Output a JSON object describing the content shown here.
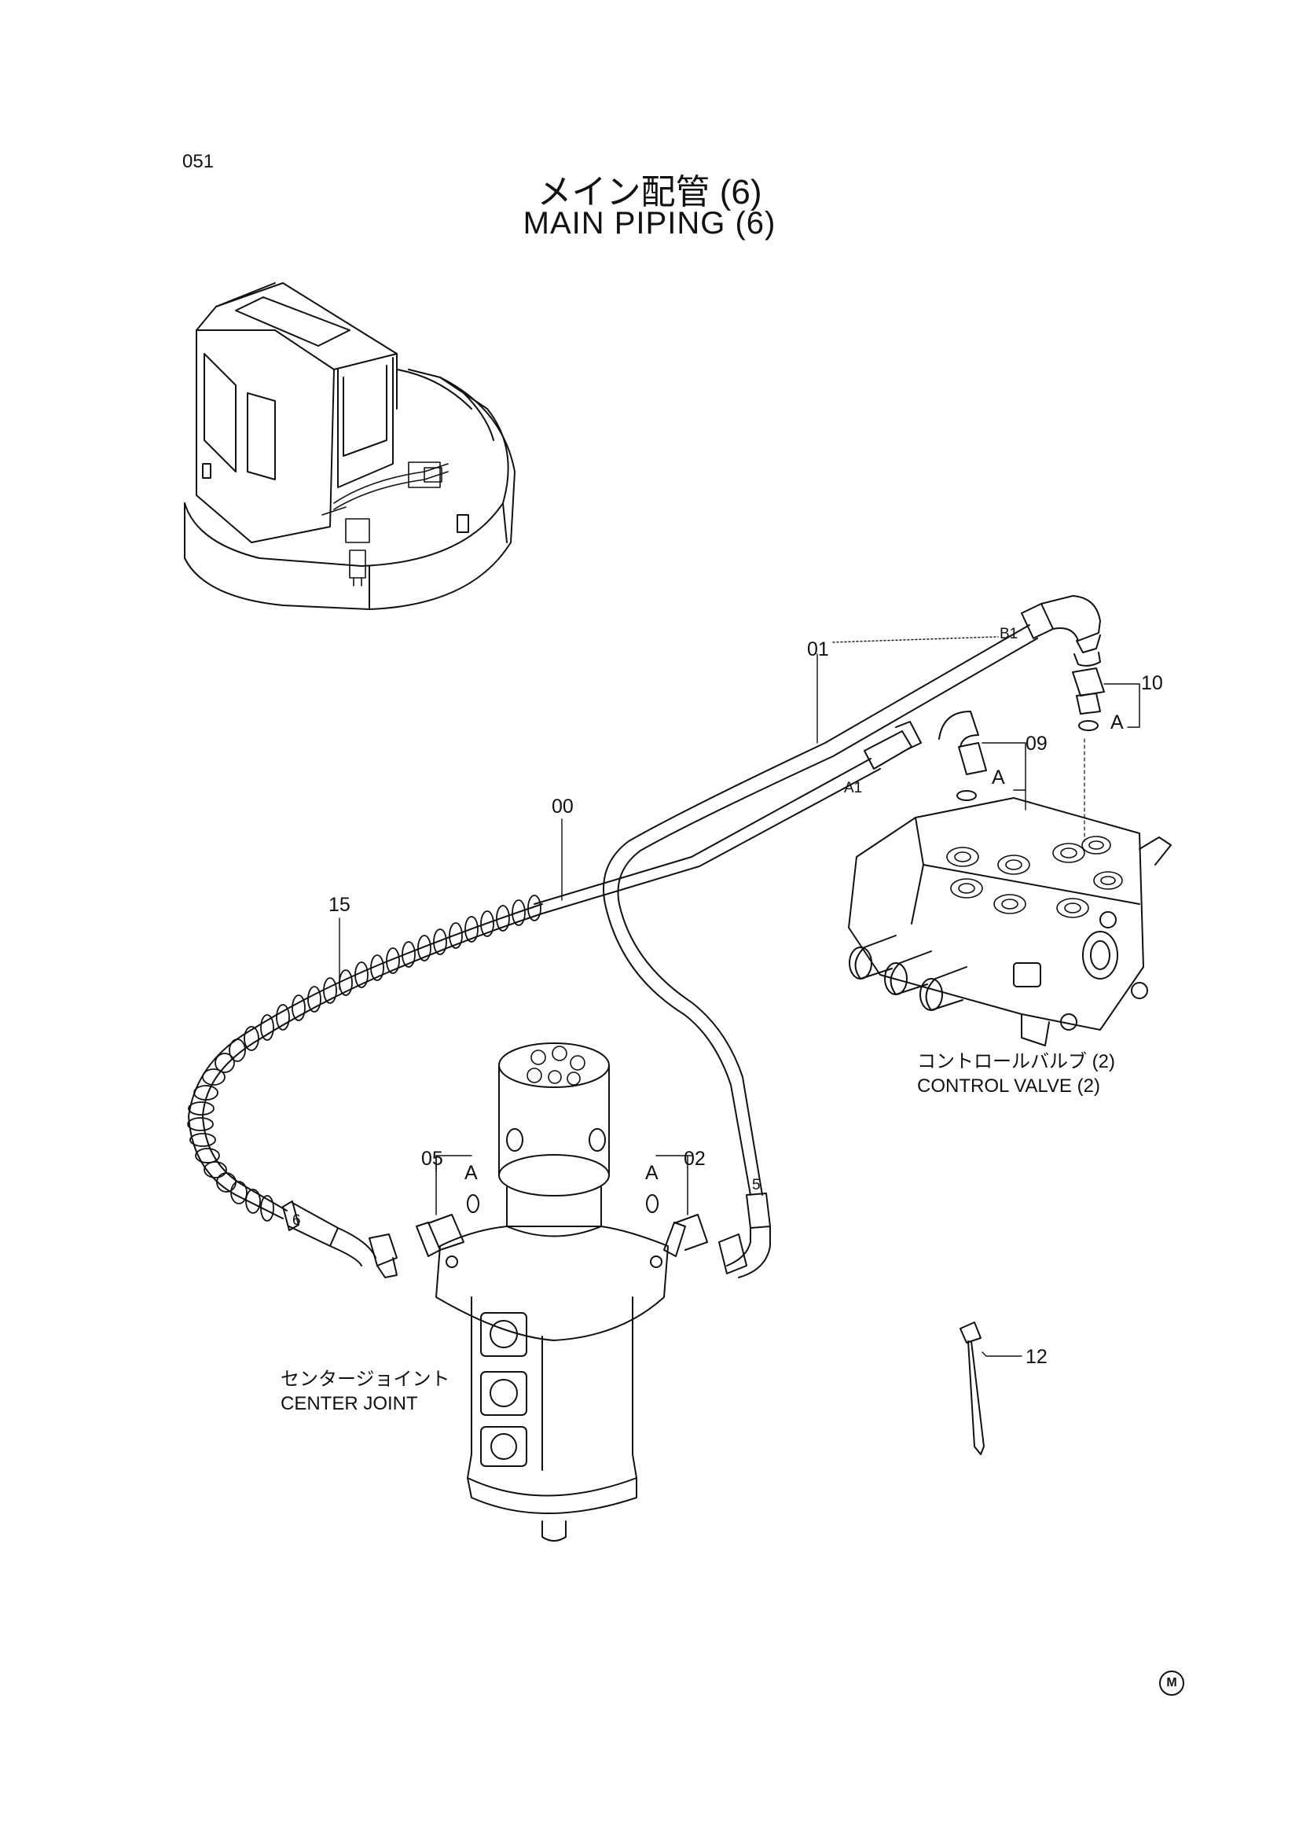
{
  "page_number": "051",
  "title_jp": "メイン配管 (6)",
  "title_en": "MAIN PIPING (6)",
  "part_labels": {
    "p00": "00",
    "p01": "01",
    "p02": "02",
    "p05": "05",
    "p09": "09",
    "p10": "10",
    "p12": "12",
    "p15": "15"
  },
  "port_labels": {
    "a1": "A1",
    "b1": "B1",
    "port5": "5",
    "port6": "6",
    "a_05": "A",
    "a_02": "A",
    "a_09": "A",
    "a_10": "A"
  },
  "components": {
    "control_valve_jp": "コントロールバルブ (2)",
    "control_valve_en": "CONTROL VALVE (2)",
    "center_joint_jp": "センタージョイント",
    "center_joint_en": "CENTER JOINT"
  },
  "corner_mark": "M"
}
